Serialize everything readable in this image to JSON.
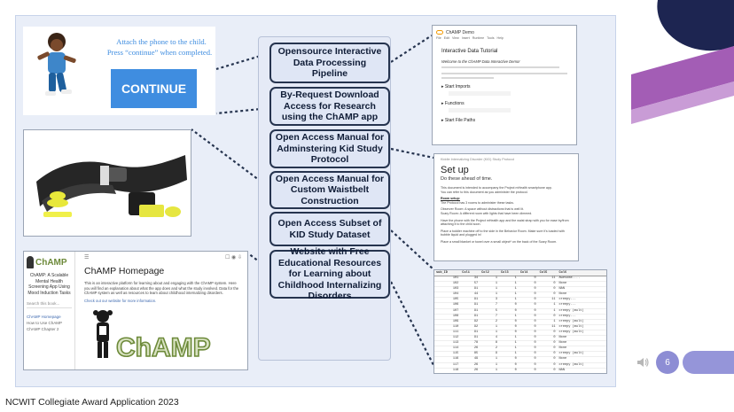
{
  "slide": {
    "footer": "NCWIT Collegiate Award Application 2023",
    "page_number": "6",
    "colors": {
      "panel": "#e9eef8",
      "box_border": "#26344f",
      "accent_purple": "#a35db5",
      "accent_navy": "#1d2551",
      "continue_blue": "#3f8de0"
    }
  },
  "center_boxes": [
    {
      "label": "Opensource Interactive Data Processing Pipeline"
    },
    {
      "label": "By-Request Download Access for Research using the ChAMP app"
    },
    {
      "label": "Open Access Manual for Adminstering Kid Study Protocol"
    },
    {
      "label": "Open Access Manual for Custom Waistbelt Construction"
    },
    {
      "label": "Open Access Subset of KID Study Dataset"
    },
    {
      "label": "Website with Free Educational Resources for Learning about Childhood Internalizing Disorders"
    }
  ],
  "app_screen": {
    "instruction_line1": "Attach the phone to the child.",
    "instruction_line2": "Press “continue” when completed.",
    "button_label": "CONTINUE"
  },
  "notebook": {
    "title": "ChAMP Demo",
    "menu": [
      "File",
      "Edit",
      "View",
      "Insert",
      "Runtime",
      "Tools",
      "Help"
    ],
    "heading": "Interactive Data Tutorial",
    "intro": "Welcome to the ChAMP Data Interactive Demo!",
    "sections": [
      "Start Imports",
      "Functions",
      "Start File Paths"
    ]
  },
  "manual": {
    "header": "Kiddie Internalizing Disorder (KID) Study Protocol",
    "title": "Set up",
    "subtitle": "Do these ahead of time.",
    "body": [
      "This document is intended to accompany the Project mHealth smartphone app.",
      "You can refer to this document as you administer the protocol.",
      "Room setup:",
      "The Protocol has 3 rooms to administer these tasks.",
      "Observer Room: A space without distractions that is well lit.",
      "Scary Room: A different room with lights that have been dimmed.",
      "Have the phone with the Project mHealth app and the waist strap with you for ease by/from attaching it to the child soon.",
      "Place a toddler machine off to the side in the Behavior Room. Make sure it's loaded with bubble liquid and plugged in!",
      "Place a small blanket or towel over a small object* on the back of the Scary Room."
    ]
  },
  "dataset": {
    "columns": [
      "sub_ID",
      "Col1",
      "Col2",
      "Col3",
      "Col4",
      "Col5",
      "Col6"
    ],
    "rows": [
      [
        "101",
        "34",
        "1",
        "1",
        "0",
        "11",
        "Awesome...."
      ],
      [
        "102",
        "57",
        "1",
        "1",
        "0",
        "0",
        "None"
      ],
      [
        "103",
        "91",
        "1",
        "1",
        "0",
        "0",
        "NAN"
      ],
      [
        "104",
        "44",
        "1",
        "1",
        "0",
        "0",
        "None"
      ],
      [
        "105",
        "91",
        "3",
        "1",
        "0",
        "11",
        "creepy..."
      ],
      [
        "106",
        "91",
        "7",
        "0",
        "0",
        "1",
        "creepy..."
      ],
      [
        "107",
        "91",
        "5",
        "0",
        "0",
        "1",
        "creepy (mult)"
      ],
      [
        "108",
        "91",
        "7",
        "1",
        "0",
        "0",
        "creepy..."
      ],
      [
        "109",
        "92",
        "2",
        "0",
        "0",
        "1",
        "creepy (mult)"
      ],
      [
        "110",
        "92",
        "1",
        "0",
        "0",
        "11",
        "creepy (mult)"
      ],
      [
        "111",
        "91",
        "1",
        "0",
        "0",
        "0",
        "creepy (mult)"
      ],
      [
        "112",
        "91",
        "4",
        "1",
        "0",
        "0",
        "None"
      ],
      [
        "113",
        "78",
        "8",
        "1",
        "0",
        "0",
        "None"
      ],
      [
        "114",
        "26",
        "2",
        "1",
        "0",
        "0",
        "None"
      ],
      [
        "115",
        "85",
        "9",
        "1",
        "0",
        "0",
        "creepy (mult)"
      ],
      [
        "116",
        "49",
        "1",
        "0",
        "0",
        "0",
        "None"
      ],
      [
        "117",
        "26",
        "1",
        "0",
        "0",
        "0",
        "creepy (mult)"
      ],
      [
        "118",
        "26",
        "1",
        "0",
        "0",
        "0",
        "NAN"
      ],
      [
        "119",
        "37",
        "1",
        "0",
        "1",
        "0",
        "creepy (mult)"
      ]
    ]
  },
  "website": {
    "brand": "ChAMP",
    "tagline": "ChAMP: A Scalable Mental Health Screening App Using Mood Induction Tasks",
    "search_placeholder": "Search this book...",
    "nav": [
      "ChAMP Homepage",
      "How to Use ChAMP",
      "ChAMP Chapter 2"
    ],
    "page_title": "ChAMP Homepage",
    "intro": "This is an interactive platform for learning about and engaging with the ChAMP system. Here you will find an explanation about what the app does and what the study involved. Data for the ChAMP system as well as resources to learn about childhood internalizing disorders.",
    "link_text": "Check out our website for more information.",
    "logo_text": "ChAMP"
  }
}
